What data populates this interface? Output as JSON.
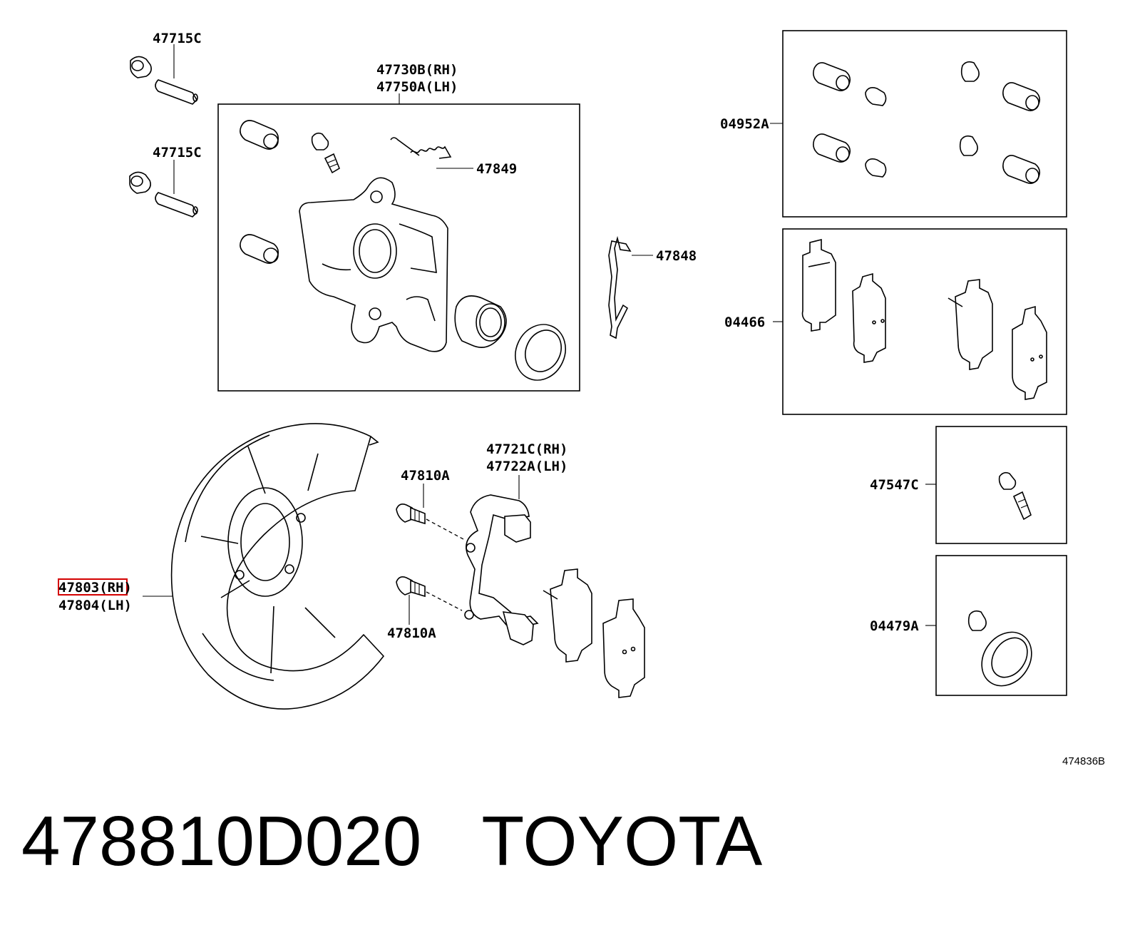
{
  "labels": {
    "p47715c_top": "47715C",
    "p47715c_bottom": "47715C",
    "p47730b": "47730B(RH)",
    "p47750a": "47750A(LH)",
    "p47849": "47849",
    "p47848": "47848",
    "p04952a": "04952A",
    "p04466": "04466",
    "p47721c": "47721C(RH)",
    "p47722a": "47722A(LH)",
    "p47810a_top": "47810A",
    "p47810a_bottom": "47810A",
    "p47803": "47803(RH)",
    "p47804": "47804(LH)",
    "p47547c": "47547C",
    "p04479a": "04479A"
  },
  "diagram_id": "474836B",
  "footer": {
    "part_number": "478810D020",
    "brand": "TOYOTA"
  },
  "highlight_color": "#d40000"
}
